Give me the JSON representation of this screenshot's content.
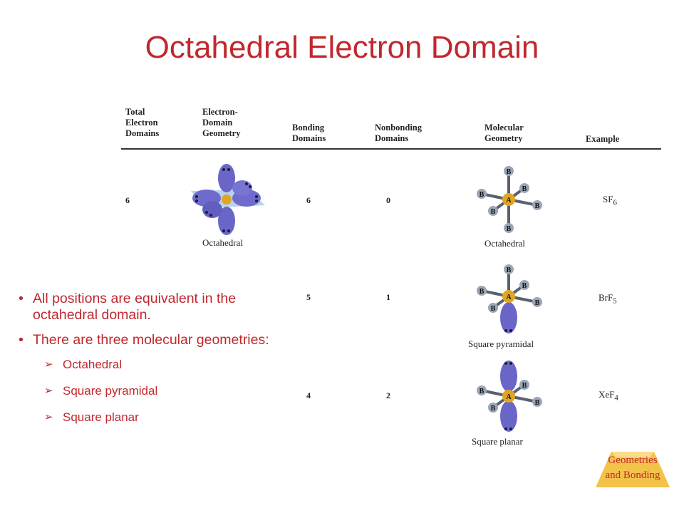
{
  "slide": {
    "title": "Octahedral Electron Domain"
  },
  "table": {
    "headers": [
      [
        "Total",
        "Electron",
        "Domains"
      ],
      [
        "Electron-",
        "Domain",
        "Geometry"
      ],
      [
        "Bonding",
        "Domains"
      ],
      [
        "Nonbonding",
        "Domains"
      ],
      [
        "Molecular",
        "Geometry"
      ],
      [
        "Example"
      ]
    ],
    "rows": [
      {
        "total": "6",
        "domain_geometry": "Octahedral",
        "bonding": "6",
        "nonbonding": "0",
        "molecular_geometry": "Octahedral",
        "example": "SF",
        "example_sub": "6"
      },
      {
        "total": "",
        "domain_geometry": "",
        "bonding": "5",
        "nonbonding": "1",
        "molecular_geometry": "Square pyramidal",
        "example": "BrF",
        "example_sub": "5"
      },
      {
        "total": "",
        "domain_geometry": "",
        "bonding": "4",
        "nonbonding": "2",
        "molecular_geometry": "Square planar",
        "example": "XeF",
        "example_sub": "4"
      }
    ],
    "atom_labels": {
      "central": "A",
      "outer": "B"
    }
  },
  "bullets": [
    {
      "text": "All positions are equivalent in the octahedral domain."
    },
    {
      "text": "There are three molecular geometries:"
    }
  ],
  "sub_bullets": [
    "Octahedral",
    "Square pyramidal",
    "Square planar"
  ],
  "markers": {
    "bullet": "•",
    "sub_bullet": "➢"
  },
  "logo": {
    "line1": "Geometries",
    "line2": "and Bonding"
  },
  "colors": {
    "title": "#c0282e",
    "lobe": "#6a66c8",
    "central_atom": "#e0a521",
    "outer_atom": "#9aa6b8",
    "logo": "#f3c24a"
  }
}
